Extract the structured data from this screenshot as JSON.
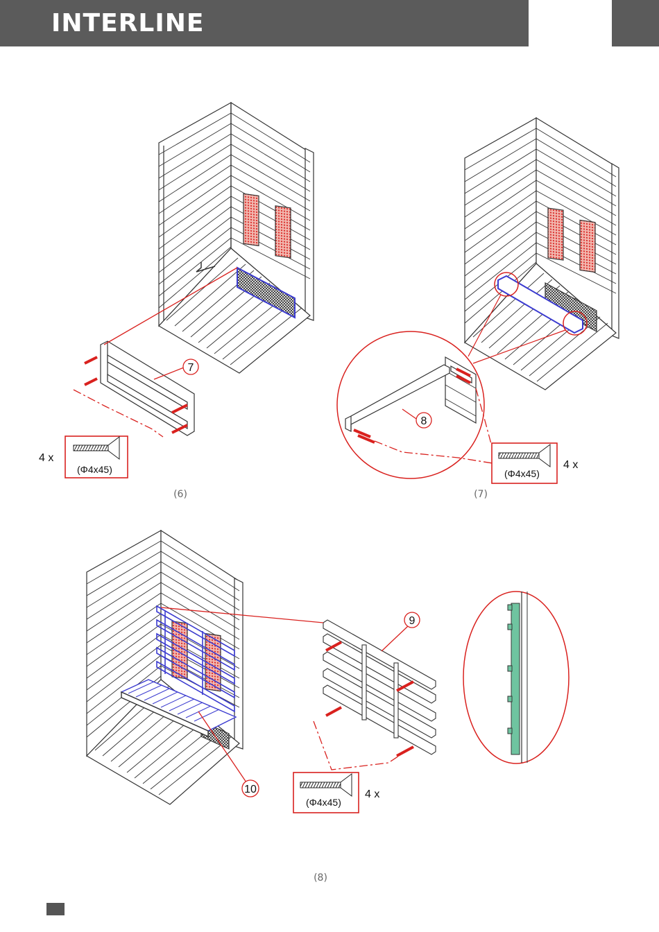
{
  "brand": {
    "logo_text": "INTERLINE",
    "header_color": "#5b5b5b",
    "accent": "#d9211e"
  },
  "steps": [
    {
      "caption": "(6)",
      "part_number": "7",
      "screw_count": "4 x",
      "screw_spec": "(Φ4x45)"
    },
    {
      "caption": "(7)",
      "part_number": "8",
      "screw_count": "4 x",
      "screw_spec": "(Φ4x45)"
    },
    {
      "caption": "(8)",
      "part_numbers": [
        "9",
        "10"
      ],
      "screw_count": "4 x",
      "screw_spec": "(Φ4x45)"
    }
  ],
  "colors": {
    "outline": "#333333",
    "highlight_blue": "#3b3bd0",
    "heater_red": "#e0443a",
    "cleat_green": "#6fc4a0"
  }
}
